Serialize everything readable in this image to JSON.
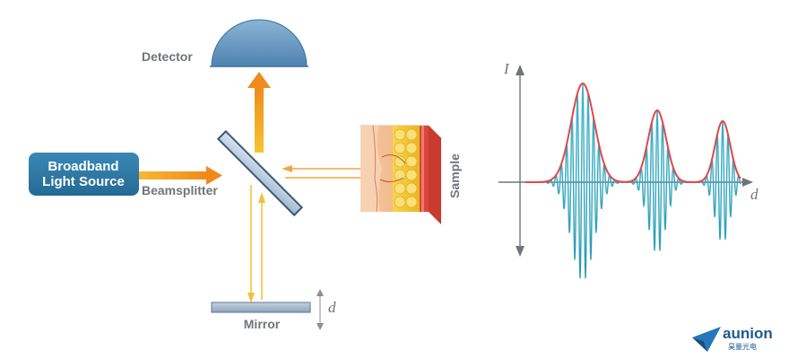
{
  "labels": {
    "detector": "Detector",
    "source_line1": "Broadband",
    "source_line2": "Light Source",
    "beamsplitter": "Beamsplitter",
    "sample": "Sample",
    "mirror": "Mirror",
    "mirror_displacement": "d"
  },
  "plot": {
    "y_axis_label": "I",
    "x_axis_label": "d"
  },
  "brand": {
    "name": "aunion",
    "subtitle": "昊量光电"
  },
  "colors": {
    "source_box": "#2f79a6",
    "detector": "#5f93be",
    "beam_orange": "#f5a623",
    "beam_yellow": "#f7c531",
    "envelope": "#e04848",
    "interferogram": "#2aa6c2",
    "axis": "#707478",
    "mirror": "#a8b8cb"
  }
}
